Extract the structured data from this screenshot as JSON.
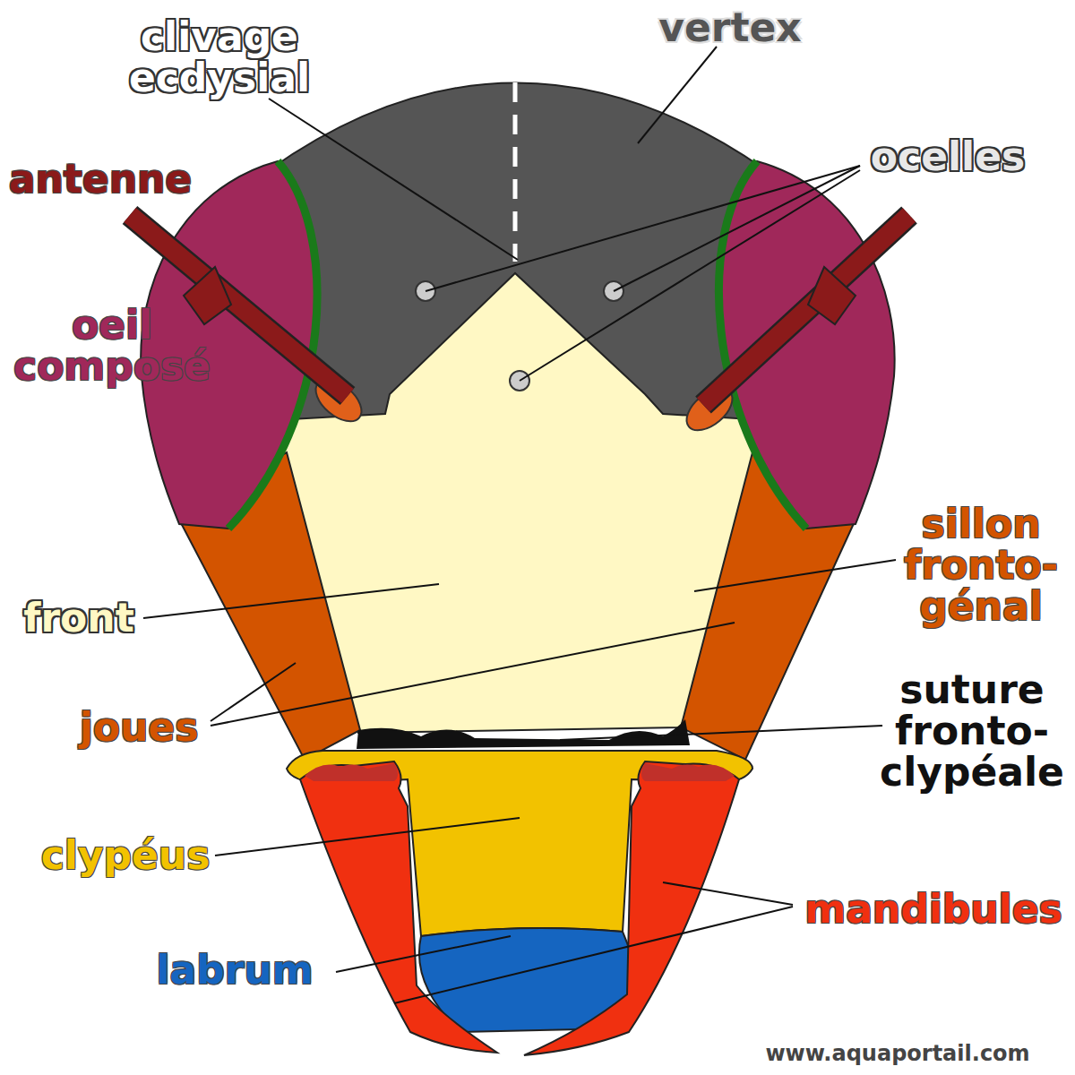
{
  "diagram": {
    "labels": [
      "clivage ecdysial",
      "vertex",
      "ocelles",
      "antenne",
      "oeil composé",
      "front",
      "sillon fronto- génal",
      "joues",
      "suture fronto- clypéale",
      "clypéus",
      "mandibules",
      "labrum",
      "www.aquaportail.com"
    ]
  }
}
